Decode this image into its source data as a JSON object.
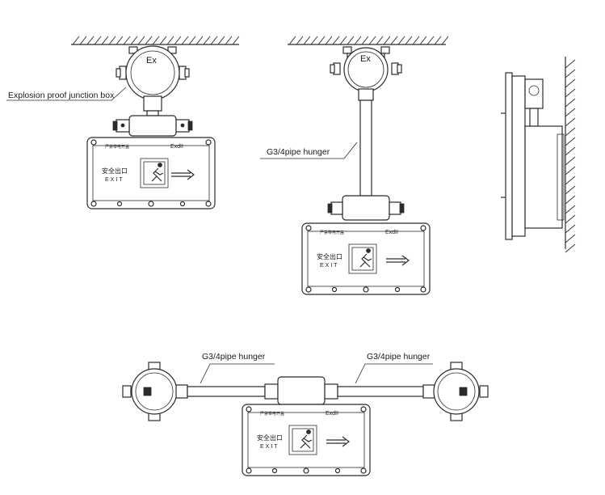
{
  "labels": {
    "junction_box": "Explosion proof junction box",
    "pipe_middle": "G3/4pipe hunger",
    "pipe_left": "G3/4pipe hunger",
    "pipe_right": "G3/4pipe hunger",
    "ex_mark": "Ex"
  },
  "sign": {
    "header_small": "严禁带电开盖",
    "rating": "ExdII",
    "chinese_text": "安全出口",
    "english_text": "EXIT",
    "arrow_icon": "arrow-right-icon",
    "runner_icon": "running-man-exit-icon"
  },
  "colors": {
    "line": "#2b2b2b",
    "background": "#ffffff"
  }
}
